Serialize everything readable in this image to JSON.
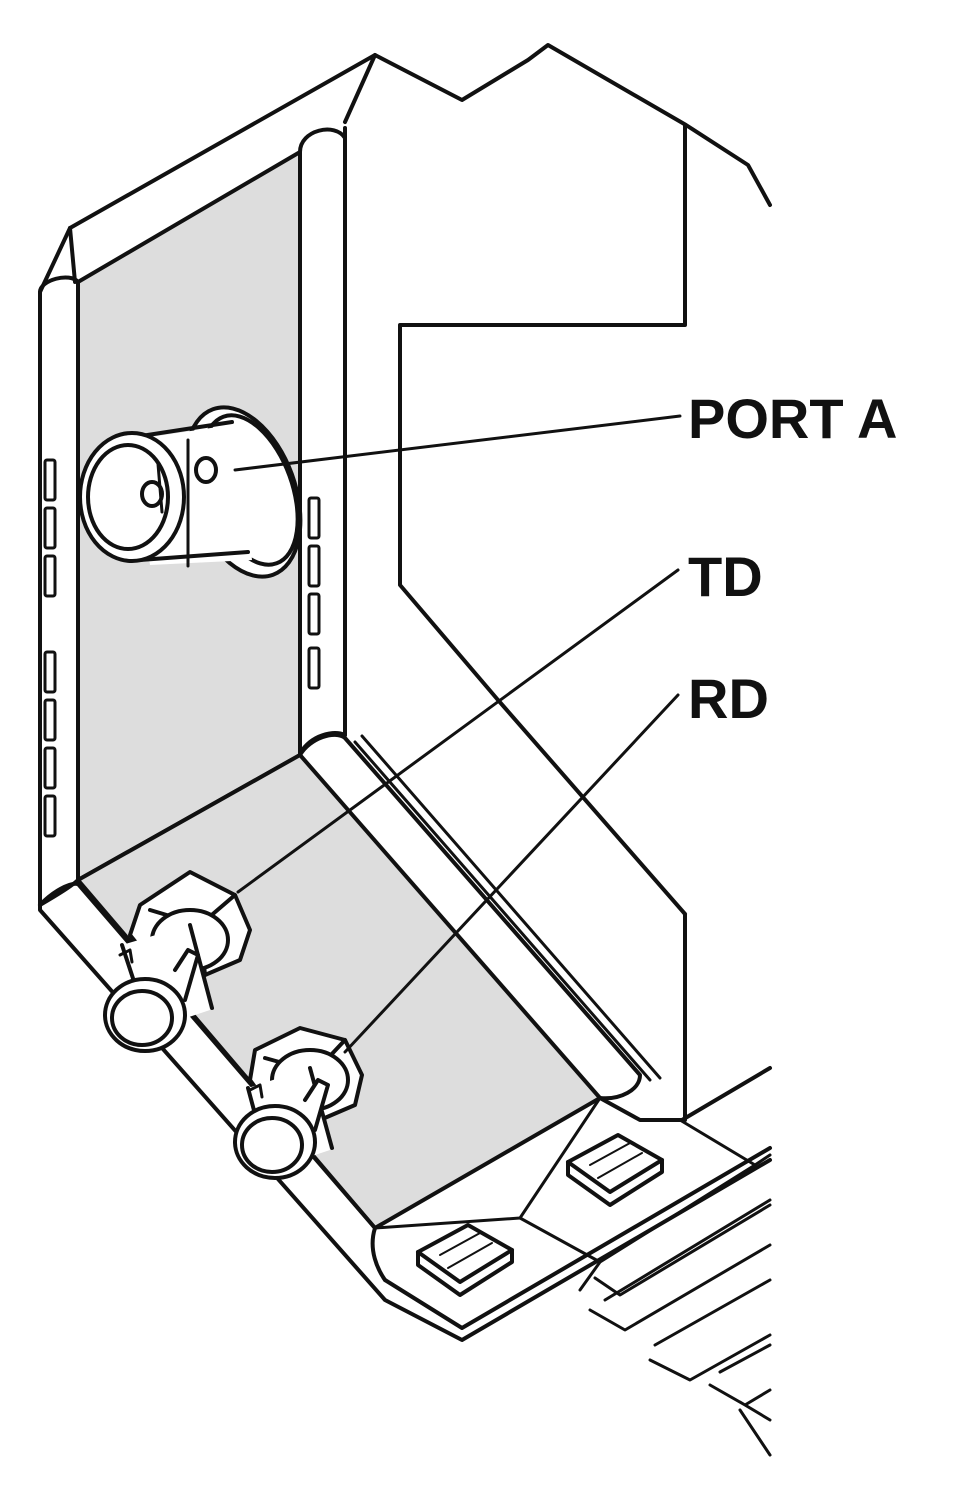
{
  "callouts": {
    "port_a": "PORT A",
    "td": "TD",
    "rd": "RD"
  },
  "colors": {
    "stroke": "#111111",
    "panel_fill": "#dddddd",
    "background": "#ffffff"
  }
}
